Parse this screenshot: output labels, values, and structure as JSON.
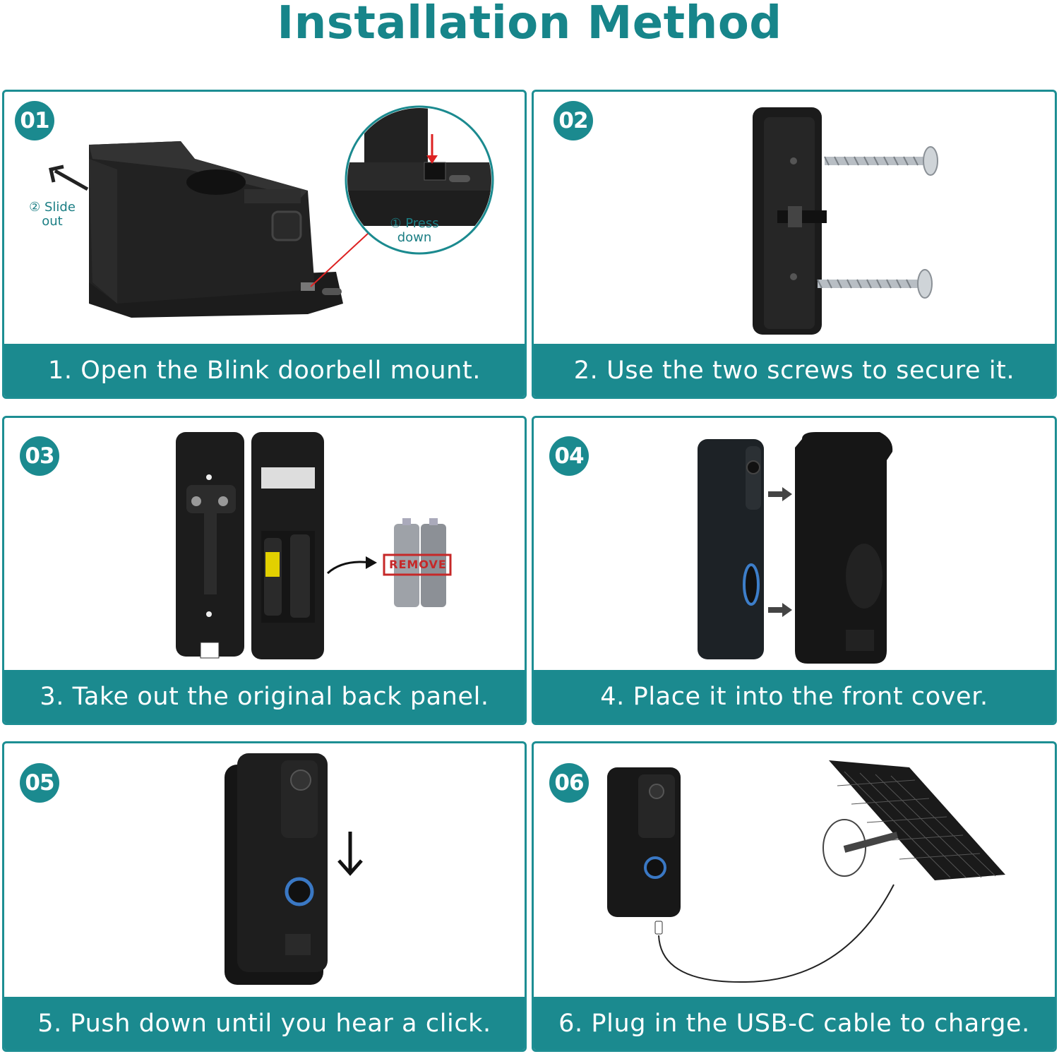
{
  "page_title": "Installation Method",
  "accent_color": "#1b8a8f",
  "steps": [
    {
      "number": "01",
      "caption": "1. Open the Blink doorbell mount.",
      "notes": {
        "slide_circle": "②",
        "slide": "Slide out",
        "press_circle": "①",
        "press": "Press down"
      }
    },
    {
      "number": "02",
      "caption": "2. Use the two screws to secure it."
    },
    {
      "number": "03",
      "caption": "3. Take out the original back panel.",
      "remove_label": "REMOVE"
    },
    {
      "number": "04",
      "caption": "4. Place it into the front cover."
    },
    {
      "number": "05",
      "caption": "5. Push down until you hear a click."
    },
    {
      "number": "06",
      "caption": "6. Plug in the USB-C cable to charge."
    }
  ]
}
